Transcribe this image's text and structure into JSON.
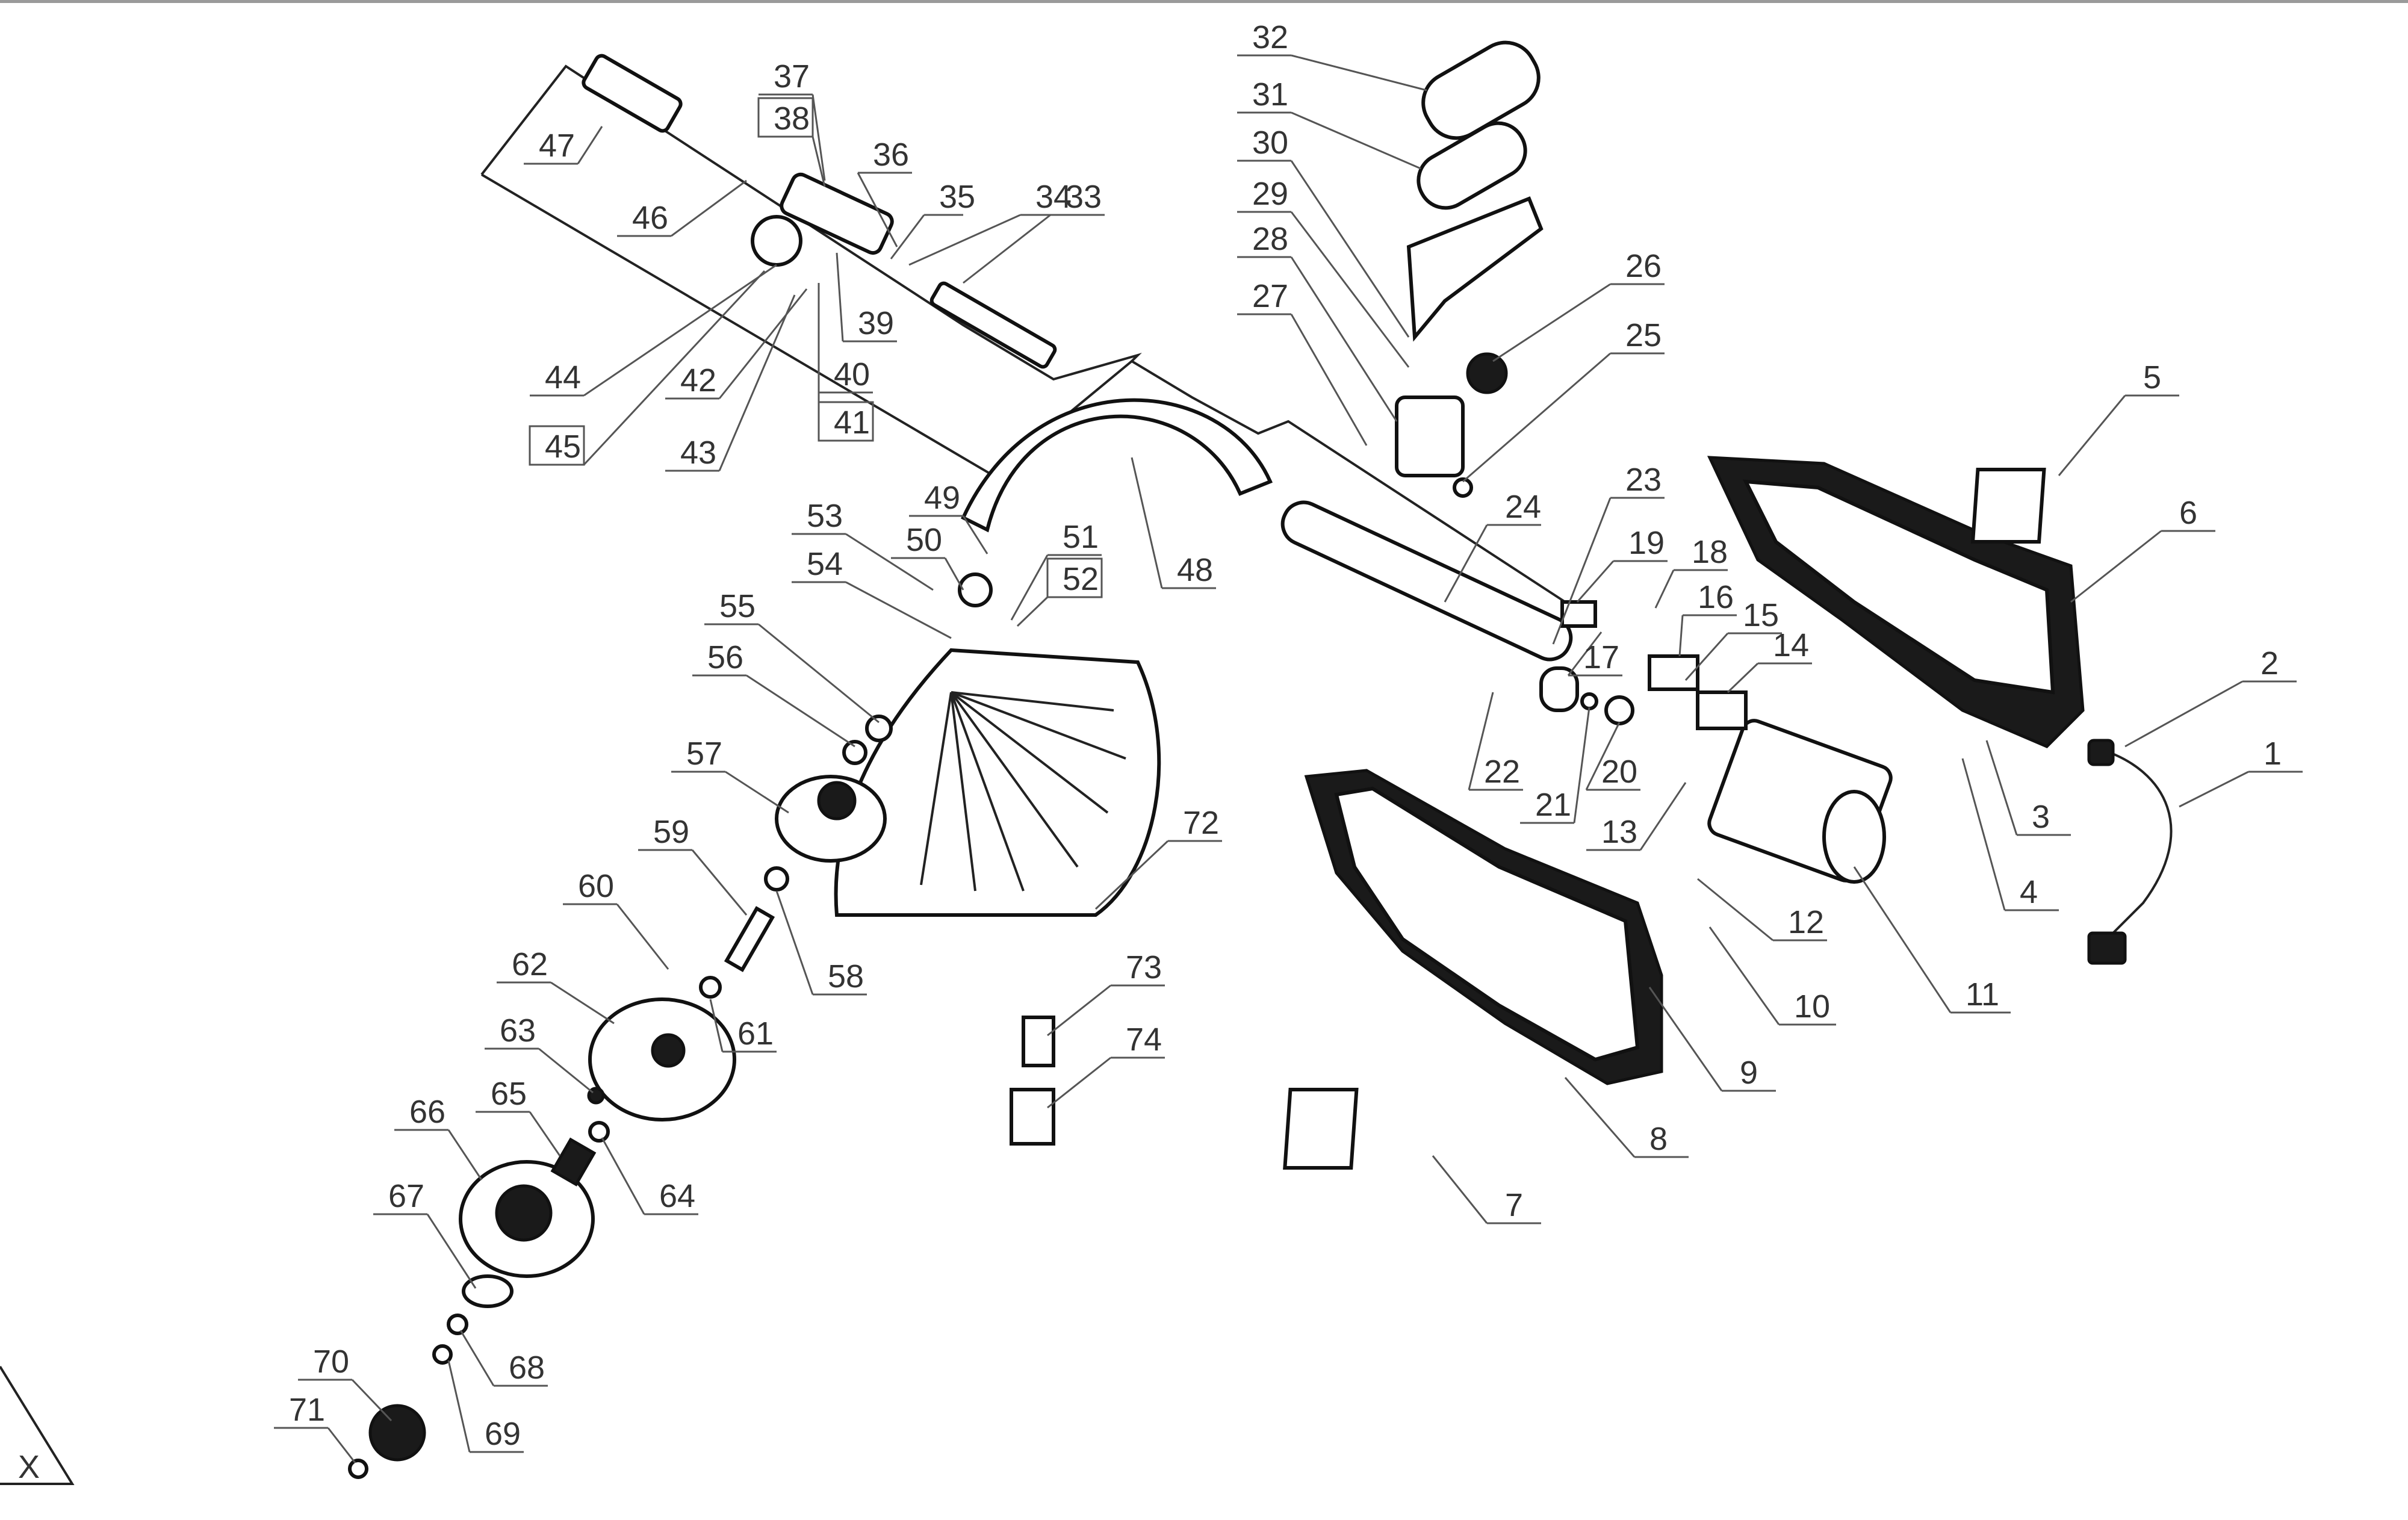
{
  "diagram": {
    "labels": [
      "1",
      "2",
      "3",
      "4",
      "5",
      "6",
      "7",
      "8",
      "9",
      "10",
      "11",
      "12",
      "13",
      "14",
      "15",
      "16",
      "17",
      "18",
      "19",
      "20",
      "21",
      "22",
      "23",
      "24",
      "25",
      "26",
      "27",
      "28",
      "29",
      "30",
      "31",
      "32",
      "33",
      "34",
      "35",
      "36",
      "37",
      "38",
      "39",
      "40",
      "41",
      "42",
      "43",
      "44",
      "45",
      "46",
      "47",
      "48",
      "49",
      "50",
      "51",
      "52",
      "53",
      "54",
      "55",
      "56",
      "57",
      "58",
      "59",
      "60",
      "61",
      "62",
      "63",
      "64",
      "65",
      "66",
      "67",
      "68",
      "69",
      "70",
      "71",
      "72",
      "73",
      "74"
    ],
    "boxed_labels": [
      "38",
      "41",
      "45",
      "52"
    ],
    "corner_mark": "X"
  }
}
